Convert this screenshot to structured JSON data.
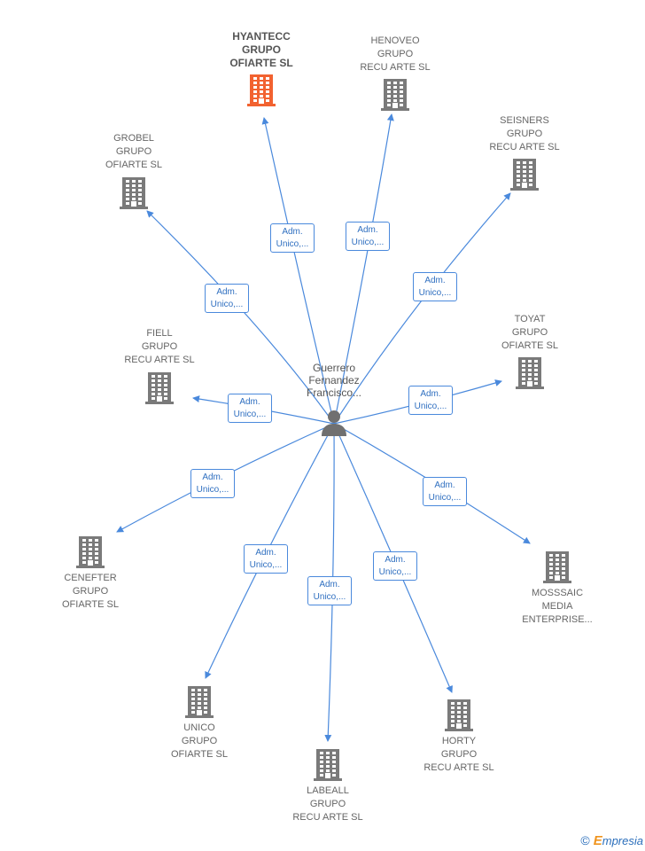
{
  "colors": {
    "edge": "#4a89dc",
    "building": "#7a7a7a",
    "highlight": "#f26230",
    "person": "#707070"
  },
  "person": {
    "name_lines": [
      "Guerrero",
      "Fernandez",
      "Francisco..."
    ]
  },
  "relation_label": "Adm.\nUnico,...",
  "companies": [
    {
      "id": "hyantecc",
      "lines": [
        "HYANTECC",
        "GRUPO",
        "OFIARTE SL"
      ],
      "highlight": true
    },
    {
      "id": "henoveo",
      "lines": [
        "HENOVEO",
        "GRUPO",
        "RECU ARTE SL"
      ],
      "highlight": false
    },
    {
      "id": "seisners",
      "lines": [
        "SEISNERS",
        "GRUPO",
        "RECU ARTE SL"
      ],
      "highlight": false
    },
    {
      "id": "grobel",
      "lines": [
        "GROBEL",
        "GRUPO",
        "OFIARTE SL"
      ],
      "highlight": false
    },
    {
      "id": "toyat",
      "lines": [
        "TOYAT",
        "GRUPO",
        "OFIARTE SL"
      ],
      "highlight": false
    },
    {
      "id": "fiell",
      "lines": [
        "FIELL",
        "GRUPO",
        "RECU ARTE SL"
      ],
      "highlight": false
    },
    {
      "id": "cenefter",
      "lines": [
        "CENEFTER",
        "GRUPO",
        "OFIARTE SL"
      ],
      "highlight": false
    },
    {
      "id": "mosssaic",
      "lines": [
        "MOSSSAIC",
        "MEDIA",
        "ENTERPRISE..."
      ],
      "highlight": false
    },
    {
      "id": "unico",
      "lines": [
        "UNICO",
        "GRUPO",
        "OFIARTE SL"
      ],
      "highlight": false
    },
    {
      "id": "horty",
      "lines": [
        "HORTY",
        "GRUPO",
        "RECU ARTE SL"
      ],
      "highlight": false
    },
    {
      "id": "labeall",
      "lines": [
        "LABEALL",
        "GRUPO",
        "RECU ARTE SL"
      ],
      "highlight": false
    }
  ],
  "footer": {
    "copyright_symbol": "©",
    "brand_first": "E",
    "brand_rest": "mpresia"
  }
}
